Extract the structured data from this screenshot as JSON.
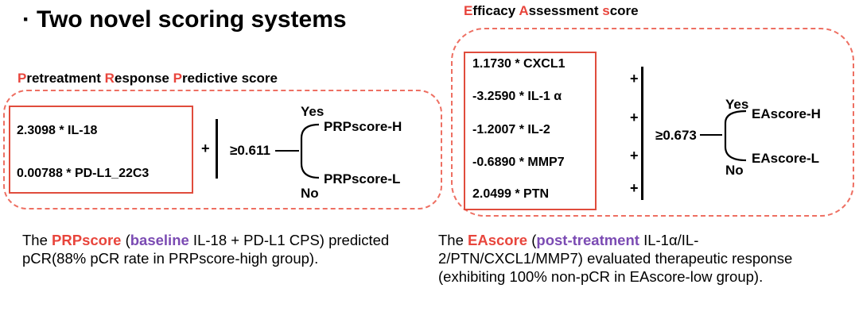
{
  "heading": {
    "bullet": "·",
    "text": "Two novel scoring systems"
  },
  "prp": {
    "title": [
      {
        "text": "P",
        "accent": true
      },
      {
        "text": "retreatment ",
        "accent": false
      },
      {
        "text": "R",
        "accent": true
      },
      {
        "text": "esponse ",
        "accent": false
      },
      {
        "text": "P",
        "accent": true
      },
      {
        "text": "redictive score",
        "accent": false
      }
    ],
    "terms": [
      "2.3098 * IL-18",
      "0.00788 * PD-L1_22C3"
    ],
    "plus": "+",
    "threshold": "≥0.611",
    "yes": "Yes",
    "no": "No",
    "high": "PRPscore-H",
    "low": "PRPscore-L",
    "caption": {
      "lead": "The ",
      "score": "PRPscore",
      "open": " (",
      "kind": "baseline",
      "rest": " IL-18 + PD-L1 CPS) predicted pCR(88% pCR rate in PRPscore-high group)."
    }
  },
  "ea": {
    "title": [
      {
        "text": "E",
        "accent": true
      },
      {
        "text": "fficacy ",
        "accent": false
      },
      {
        "text": "A",
        "accent": true
      },
      {
        "text": "ssessment ",
        "accent": false
      },
      {
        "text": "s",
        "accent": true
      },
      {
        "text": "core",
        "accent": false
      }
    ],
    "terms": [
      "1.1730 * CXCL1",
      "-3.2590 * IL-1 α",
      "-1.2007 * IL-2",
      "-0.6890 * MMP7",
      "2.0499 * PTN"
    ],
    "pluses": [
      "+",
      "+",
      "+",
      "+"
    ],
    "threshold": "≥0.673",
    "yes": "Yes",
    "no": "No",
    "high": "EAscore-H",
    "low": "EAscore-L",
    "caption": {
      "lead": "The ",
      "score": "EAscore",
      "open": " (",
      "kind": "post-treatment",
      "rest": " IL-1α/IL-2/PTN/CXCL1/MMP7) evaluated therapeutic response (exhibiting 100% non-pCR in EAscore-low group)."
    }
  },
  "colors": {
    "accent": "#e8453c",
    "purple": "#7b4bb3",
    "dash": "#ee6f62",
    "box": "#e04c3c"
  }
}
